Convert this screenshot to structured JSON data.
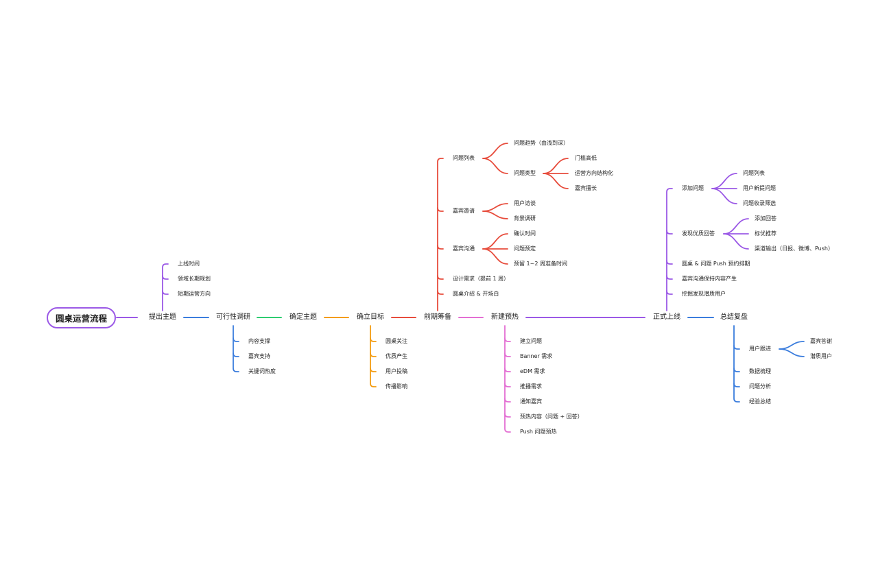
{
  "root": {
    "label": "圆桌运营流程",
    "color": "#9b59e6"
  },
  "stages": [
    {
      "id": "s1",
      "label": "提出主题",
      "color": "#9b59e6",
      "children": [
        {
          "label": "上线时间"
        },
        {
          "label": "领域长期规划"
        },
        {
          "label": "短期运营方向"
        }
      ]
    },
    {
      "id": "s2",
      "label": "可行性调研",
      "color": "#3b7ddd",
      "children": [
        {
          "label": "内容支撑"
        },
        {
          "label": "嘉宾支持"
        },
        {
          "label": "关键词热度"
        }
      ]
    },
    {
      "id": "s3",
      "label": "确定主题",
      "color": "#2ecc71",
      "children": []
    },
    {
      "id": "s4",
      "label": "确立目标",
      "color": "#f39c12",
      "children": [
        {
          "label": "圆桌关注"
        },
        {
          "label": "优质产生"
        },
        {
          "label": "用户投稿"
        },
        {
          "label": "传播影响"
        }
      ]
    },
    {
      "id": "s5",
      "label": "前期筹备",
      "color": "#e74c3c",
      "children": [
        {
          "label": "问题列表",
          "children": [
            {
              "label": "问题趋势（由浅到深）"
            },
            {
              "label": "问题类型",
              "children": [
                {
                  "label": "门槛高低"
                },
                {
                  "label": "运营方向结构化"
                },
                {
                  "label": "嘉宾擅长"
                }
              ]
            }
          ]
        },
        {
          "label": "嘉宾邀请",
          "children": [
            {
              "label": "用户访谈"
            },
            {
              "label": "背景调研"
            }
          ]
        },
        {
          "label": "嘉宾沟通",
          "children": [
            {
              "label": "确认时间"
            },
            {
              "label": "问题预定"
            },
            {
              "label": "预留 1~2 周准备时间"
            }
          ]
        },
        {
          "label": "设计需求（提前 1 周）"
        },
        {
          "label": "圆桌介绍 & 开场白"
        }
      ]
    },
    {
      "id": "s6",
      "label": "新建预热",
      "color": "#e36fd3",
      "children": [
        {
          "label": "建立问题"
        },
        {
          "label": "Banner 需求"
        },
        {
          "label": "eDM 需求"
        },
        {
          "label": "推播需求"
        },
        {
          "label": "通知嘉宾"
        },
        {
          "label": "预热内容（问题 + 回答）"
        },
        {
          "label": "Push 问题预热"
        }
      ]
    },
    {
      "id": "s7",
      "label": "正式上线",
      "color": "#9b59e6",
      "children": [
        {
          "label": "添加问题",
          "children": [
            {
              "label": "问题列表"
            },
            {
              "label": "用户新提问题"
            },
            {
              "label": "问题收录筛选"
            }
          ]
        },
        {
          "label": "发现优质回答",
          "children": [
            {
              "label": "添加回答"
            },
            {
              "label": "标优推荐"
            },
            {
              "label": "渠道输出（日报、微博、Push）"
            }
          ]
        },
        {
          "label": "圆桌 & 问题 Push 预约排期"
        },
        {
          "label": "嘉宾沟通保持内容产生"
        },
        {
          "label": "挖掘发现潜质用户"
        }
      ]
    },
    {
      "id": "s8",
      "label": "总结复盘",
      "color": "#3b7ddd",
      "children": [
        {
          "label": "用户跟进",
          "children": [
            {
              "label": "嘉宾答谢"
            },
            {
              "label": "潜质用户"
            }
          ]
        },
        {
          "label": "数据梳理"
        },
        {
          "label": "问题分析"
        },
        {
          "label": "经验总结"
        }
      ]
    }
  ]
}
